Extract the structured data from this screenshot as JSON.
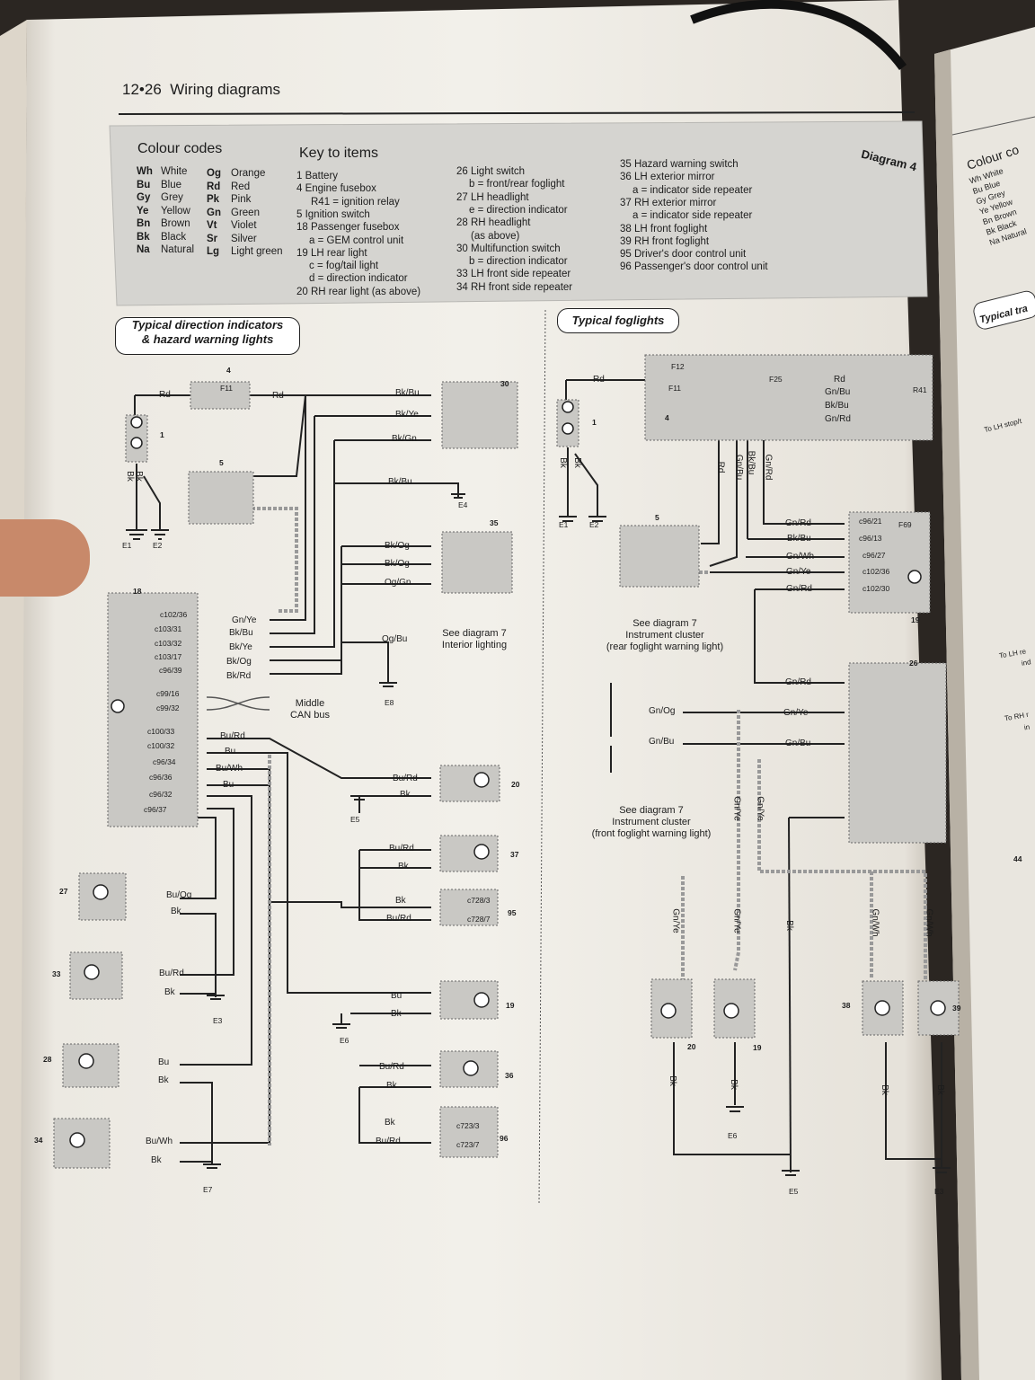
{
  "header": {
    "page_number": "12•26",
    "title": "Wiring diagrams",
    "diagram_label": "Diagram 4"
  },
  "colour_codes": {
    "title": "Colour codes",
    "col1": [
      {
        "code": "Wh",
        "name": "White"
      },
      {
        "code": "Bu",
        "name": "Blue"
      },
      {
        "code": "Gy",
        "name": "Grey"
      },
      {
        "code": "Ye",
        "name": "Yellow"
      },
      {
        "code": "Bn",
        "name": "Brown"
      },
      {
        "code": "Bk",
        "name": "Black"
      },
      {
        "code": "Na",
        "name": "Natural"
      }
    ],
    "col2": [
      {
        "code": "Og",
        "name": "Orange"
      },
      {
        "code": "Rd",
        "name": "Red"
      },
      {
        "code": "Pk",
        "name": "Pink"
      },
      {
        "code": "Gn",
        "name": "Green"
      },
      {
        "code": "Vt",
        "name": "Violet"
      },
      {
        "code": "Sr",
        "name": "Silver"
      },
      {
        "code": "Lg",
        "name": "Light green"
      }
    ]
  },
  "key_to_items": {
    "title": "Key to items",
    "col1": [
      "1 Battery",
      "4 Engine fusebox",
      "R41 = ignition relay",
      "5 Ignition switch",
      "18 Passenger fusebox",
      "a = GEM control unit",
      "19 LH rear light",
      "c = fog/tail light",
      "d = direction indicator",
      "20 RH rear light (as above)"
    ],
    "col2": [
      "26 Light switch",
      "b = front/rear foglight",
      "27 LH headlight",
      "e = direction indicator",
      "28 RH headlight",
      "(as above)",
      "30 Multifunction switch",
      "b = direction indicator",
      "33 LH front side repeater",
      "34 RH front side repeater"
    ],
    "col3": [
      "35 Hazard warning switch",
      "36 LH exterior mirror",
      "a = indicator side repeater",
      "37 RH exterior mirror",
      "a = indicator side repeater",
      "38 LH front foglight",
      "39 RH front foglight",
      "95 Driver's door control unit",
      "96 Passenger's door control unit"
    ]
  },
  "sections": {
    "left_title_line1": "Typical direction indicators",
    "left_title_line2": "& hazard warning lights",
    "right_title": "Typical foglights"
  },
  "notes": {
    "interior_line1": "See diagram 7",
    "interior_line2": "Interior lighting",
    "rear_fog_line1": "See diagram 7",
    "rear_fog_line2": "Instrument cluster",
    "rear_fog_line3": "(rear foglight warning light)",
    "front_fog_line1": "See diagram 7",
    "front_fog_line2": "Instrument cluster",
    "front_fog_line3": "(front foglight warning light)",
    "can_line1": "Middle",
    "can_line2": "CAN bus"
  },
  "left_wires": {
    "rd_a": "Rd",
    "rd_b": "Rd",
    "bk_bu_30": "Bk/Bu",
    "bk_ye_30": "Bk/Ye",
    "bk_gn_30": "Bk/Gn",
    "bk_bu_e4": "Bk/Bu",
    "bk_og_1": "Bk/Og",
    "bk_og_2": "Bk/Og",
    "og_gn": "Og/Gn",
    "og_bu": "Og/Bu",
    "gn_ye": "Gn/Ye",
    "bk_bu": "Bk/Bu",
    "bk_ye": "Bk/Ye",
    "bk_og": "Bk/Og",
    "bk_rd": "Bk/Rd",
    "bu_rd": "Bu/Rd",
    "bu": "Bu",
    "bu_wh": "Bu/Wh",
    "bu2": "Bu",
    "bu_rd_20": "Bu/Rd",
    "bk_20": "Bk",
    "bu_rd_37": "Bu/Rd",
    "bk_37": "Bk",
    "bk_95": "Bk",
    "bu_rd_95": "Bu/Rd",
    "bu_og_27": "Bu/Og",
    "bk_27": "Bk",
    "bu_rd_33": "Bu/Rd",
    "bk_33": "Bk",
    "bu_19": "Bu",
    "bk_19": "Bk",
    "bu_28": "Bu",
    "bk_28": "Bk",
    "bu_rd_36": "Bu/Rd",
    "bk_36": "Bk",
    "bk_96": "Bk",
    "bu_rd_96": "Bu/Rd",
    "bu_wh_34": "Bu/Wh",
    "bk_34": "Bk",
    "bk_bat": "Bk",
    "bk_bat2": "Bk"
  },
  "left_conn": {
    "c1": "c102/36",
    "c2": "c103/31",
    "c3": "c103/32",
    "c4": "c103/17",
    "c5": "c96/39",
    "c6": "c99/16",
    "c7": "c99/32",
    "c8": "c100/33",
    "c9": "c100/32",
    "c10": "c96/34",
    "c11": "c96/36",
    "c12": "c96/32",
    "c13": "c96/37",
    "c95a": "c728/3",
    "c95b": "c728/7",
    "c96a": "c723/3",
    "c96b": "c723/7"
  },
  "left_items": {
    "i1": "1",
    "i4": "4",
    "f11": "F11",
    "i5": "5",
    "i30": "30",
    "i35": "35",
    "i18": "18",
    "i20": "20",
    "i37": "37",
    "i95": "95",
    "i27": "27",
    "i33": "33",
    "i19": "19",
    "i28": "28",
    "i36": "36",
    "i96": "96",
    "i34": "34"
  },
  "left_earth": {
    "e1": "E1",
    "e2": "E2",
    "e4": "E4",
    "e8": "E8",
    "e5": "E5",
    "e3": "E3",
    "e6": "E6",
    "e7": "E7"
  },
  "right_wires": {
    "rd": "Rd",
    "rd2": "Rd",
    "gn_bu": "Gn/Bu",
    "bk_bu": "Bk/Bu",
    "gn_rd": "Gn/Rd",
    "v_rd": "Rd",
    "v_gn_bu": "Gn/Bu",
    "v_bk_bu": "Bk/Bu",
    "v_gn_rd": "Gn/Rd",
    "gn_rd_19": "Gn/Rd",
    "bk_bu_19": "Bk/Bu",
    "gn_wh_19": "Gn/Wh",
    "gn_ye_19": "Gn/Ye",
    "gn_rd_19b": "Gn/Rd",
    "gn_rd_26": "Gn/Rd",
    "gn_og": "Gn/Og",
    "gn_ye_26": "Gn/Ye",
    "gn_bu2": "Gn/Bu",
    "gn_bu_26": "Gn/Bu",
    "v_gn_ye1": "Gn/Ye",
    "v_gn_ye2": "Gn/Ye",
    "v_gn_ye3": "Gn/Ye",
    "v_gn_ye4": "Gn/Ye",
    "v_gn_wh1": "Gn/Wh",
    "v_gn_wh2": "Gn/Wh",
    "v_bk1": "Bk",
    "v_bk2": "Bk",
    "v_bk3": "Bk",
    "v_bk4": "Bk",
    "v_bk5": "Bk",
    "bk_bat": "Bk",
    "bk_bat2": "Bk"
  },
  "right_conn": {
    "c1": "c96/21",
    "c2": "c96/13",
    "c3": "c96/27",
    "c4": "c102/36",
    "c5": "c102/30"
  },
  "right_items": {
    "f12": "F12",
    "f11": "F11",
    "f25": "F25",
    "r41": "R41",
    "f69": "F69",
    "i1": "1",
    "i4": "4",
    "i5": "5",
    "i19": "19",
    "i26": "26",
    "i20": "20",
    "i19b": "19",
    "i38": "38",
    "i39": "39"
  },
  "right_earth": {
    "e1": "E1",
    "e2": "E2",
    "e6": "E6",
    "e5": "E5",
    "e3": "E3"
  },
  "next_page": {
    "title": "Colour co",
    "codes": [
      "Wh White",
      "Bu Blue",
      "Gy Grey",
      "Ye Yellow",
      "Bn Brown",
      "Bk Black",
      "Na Natural"
    ],
    "section": "Typical tra",
    "notes": [
      "To LH stop/t",
      "To LH re",
      "ind",
      "To RH r",
      "in"
    ],
    "item": "44"
  },
  "colors": {
    "paper": "#f1efe9",
    "panel": "#d4d3cf",
    "component": "#c9c8c4",
    "wire": "#222222",
    "badge": "#7d7c78"
  }
}
